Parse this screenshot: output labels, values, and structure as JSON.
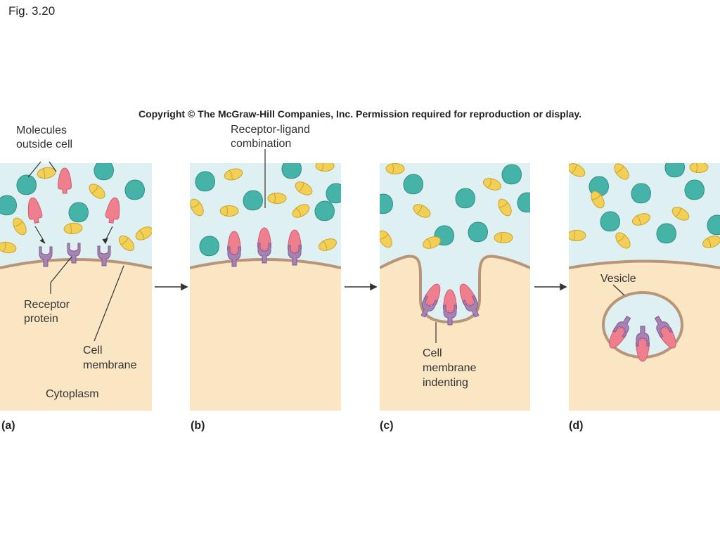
{
  "figure_label": "Fig. 3.20",
  "copyright": "Copyright © The McGraw-Hill Companies, Inc. Permission required for reproduction or display.",
  "colors": {
    "extracellular": "#dff0f2",
    "cytoplasm": "#fbe6c4",
    "membrane": "#b89478",
    "teal_molecule": "#46b3a9",
    "yellow_molecule": "#f2cf55",
    "pink_ligand": "#ef7f8e",
    "receptor": "#a882b4"
  },
  "panels": {
    "a": {
      "letter": "(a)",
      "label_molecules_line1": "Molecules",
      "label_molecules_line2": "outside cell",
      "label_receptor_line1": "Receptor",
      "label_receptor_line2": "protein",
      "label_membrane_line1": "Cell",
      "label_membrane_line2": "membrane",
      "label_cytoplasm": "Cytoplasm"
    },
    "b": {
      "letter": "(b)",
      "label_combo_line1": "Receptor-ligand",
      "label_combo_line2": "combination"
    },
    "c": {
      "letter": "(c)",
      "label_line1": "Cell",
      "label_line2": "membrane",
      "label_line3": "indenting"
    },
    "d": {
      "letter": "(d)",
      "label_vesicle": "Vesicle"
    }
  }
}
